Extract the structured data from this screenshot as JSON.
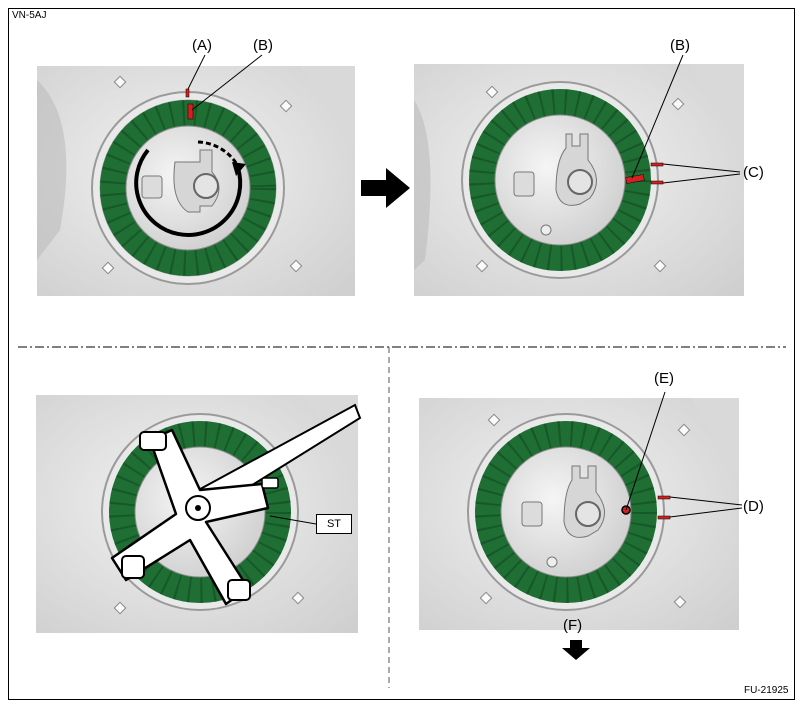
{
  "diagram": {
    "model_code": "VN-5AJ",
    "figure_code": "FU-21925",
    "callouts": {
      "a": "(A)",
      "b1": "(B)",
      "b2": "(B)",
      "c": "(C)",
      "d": "(D)",
      "e": "(E)",
      "f": "(F)"
    },
    "tool_label": "ST"
  },
  "colors": {
    "ring_green": "#1f6e34",
    "ring_green_dark": "#134a22",
    "marker_red": "#d42020",
    "panel_bg": "#e6e6e6"
  }
}
